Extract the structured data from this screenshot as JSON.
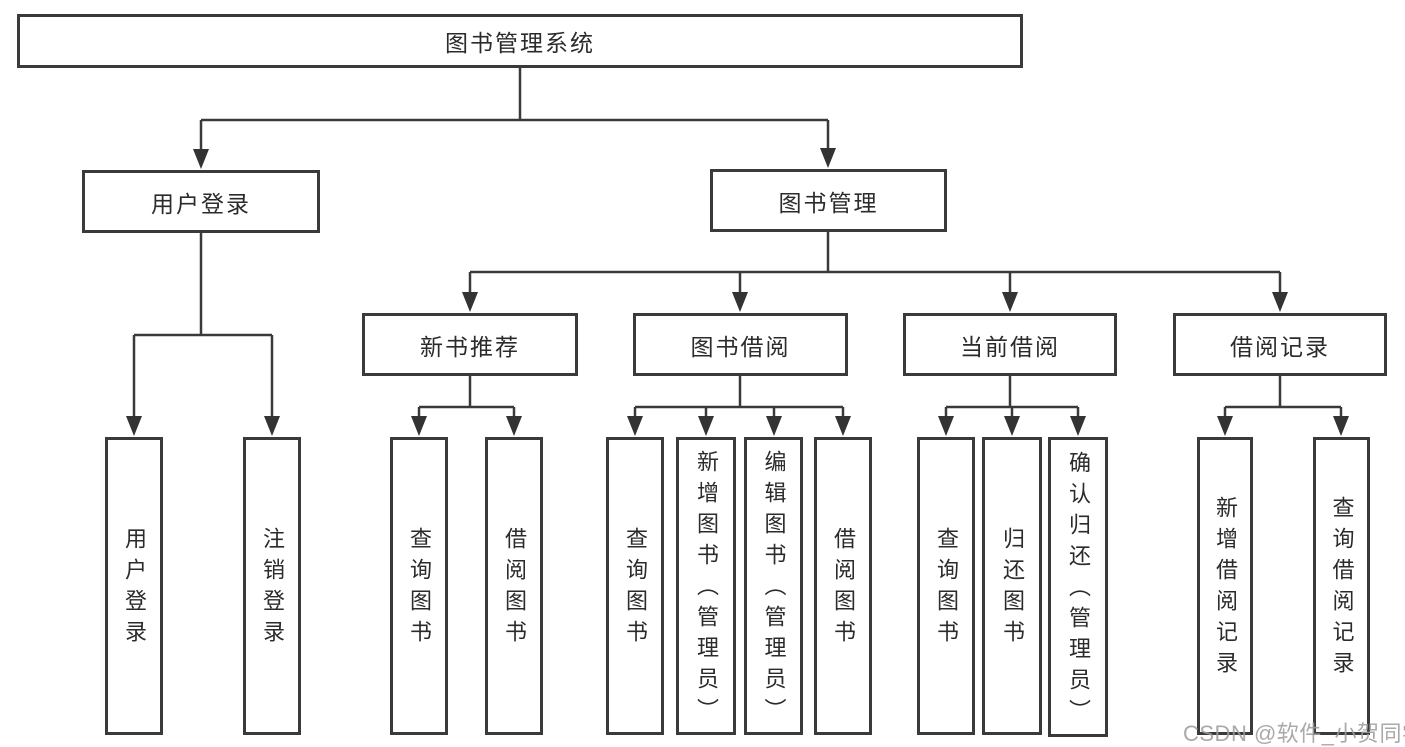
{
  "diagram": {
    "root": {
      "label": "图书管理系统"
    },
    "level2": [
      {
        "label": "用户登录"
      },
      {
        "label": "图书管理"
      }
    ],
    "level3": [
      {
        "label": "新书推荐",
        "parent": "图书管理"
      },
      {
        "label": "图书借阅",
        "parent": "图书管理"
      },
      {
        "label": "当前借阅",
        "parent": "图书管理"
      },
      {
        "label": "借阅记录",
        "parent": "图书管理"
      }
    ],
    "leaves": [
      {
        "label": "用户登录",
        "parent": "用户登录"
      },
      {
        "label": "注销登录",
        "parent": "用户登录"
      },
      {
        "label": "查询图书",
        "parent": "新书推荐"
      },
      {
        "label": "借阅图书",
        "parent": "新书推荐"
      },
      {
        "label": "查询图书",
        "parent": "图书借阅"
      },
      {
        "label": "新增图书（管理员）",
        "parent": "图书借阅"
      },
      {
        "label": "编辑图书（管理员）",
        "parent": "图书借阅"
      },
      {
        "label": "借阅图书",
        "parent": "图书借阅"
      },
      {
        "label": "查询图书",
        "parent": "当前借阅"
      },
      {
        "label": "归还图书",
        "parent": "当前借阅"
      },
      {
        "label": "确认归还（管理员）",
        "parent": "当前借阅"
      },
      {
        "label": "新增借阅记录",
        "parent": "借阅记录"
      },
      {
        "label": "查询借阅记录",
        "parent": "借阅记录"
      }
    ],
    "colors": {
      "line": "#3a3a3a",
      "text": "#2b2b2b",
      "background": "#ffffff"
    }
  },
  "watermark": {
    "text": "CSDN @软件_小贺同学",
    "color": "#9e9e9e"
  }
}
